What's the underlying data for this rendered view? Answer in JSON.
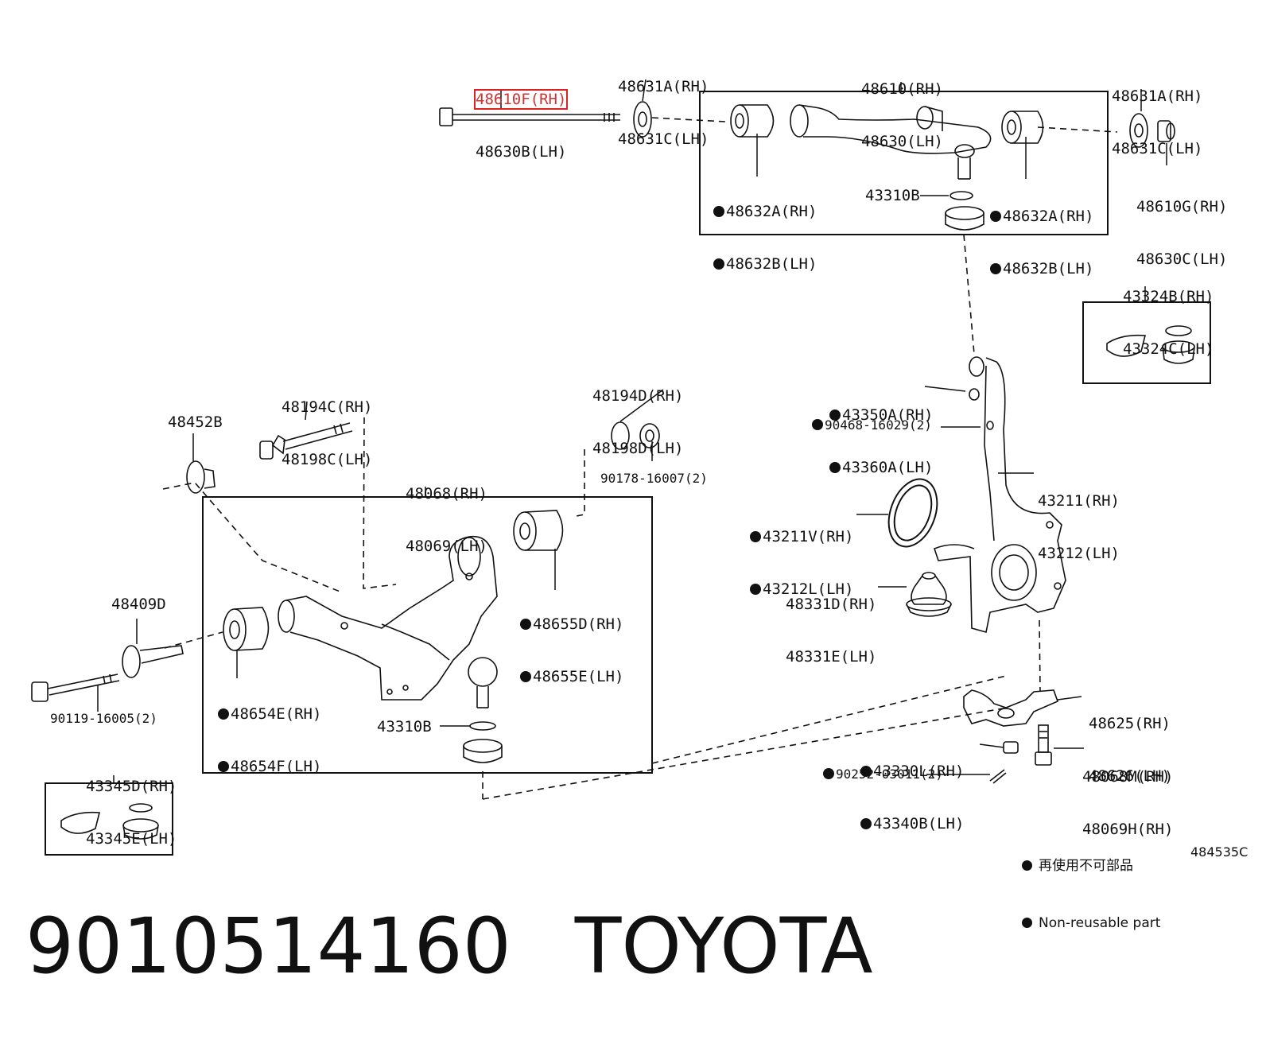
{
  "labels": {
    "upper_bolt": {
      "rh": "48610F(RH)",
      "lh": "48630B(LH)"
    },
    "washer_upper_left": {
      "rh": "48631A(RH)",
      "lh": "48631C(LH)"
    },
    "upper_arm": {
      "rh": "48610(RH)",
      "lh": "48630(LH)"
    },
    "washer_upper_right": {
      "rh": "48631A(RH)",
      "lh": "48631C(LH)"
    },
    "upper_nut": {
      "rh": "48610G(RH)",
      "lh": "48630C(LH)"
    },
    "upper_bushing_left": {
      "rh": "48632A(RH)",
      "lh": "48632B(LH)"
    },
    "upper_bushing_right": {
      "rh": "48632A(RH)",
      "lh": "48632B(LH)"
    },
    "upper_ring": "43310B",
    "upper_boot_kit": {
      "rh": "43324B(RH)",
      "lh": "43324C(LH)"
    },
    "knuckle_nut": {
      "rh": "43350A(RH)",
      "lh": "43360A(LH)"
    },
    "knuckle_bolt": "90468-16029(2)",
    "knuckle": {
      "rh": "43211(RH)",
      "lh": "43212(LH)"
    },
    "dust_seal": {
      "rh": "43211V(RH)",
      "lh": "43212L(LH)"
    },
    "bumper": {
      "rh": "48331D(RH)",
      "lh": "48331E(LH)"
    },
    "cam_bolt_left": {
      "rh": "48194C(RH)",
      "lh": "48198C(LH)"
    },
    "cam_washer_left": "48452B",
    "cam_bolt_right": {
      "rh": "48194D(RH)",
      "lh": "48198D(LH)"
    },
    "nut_right": "90178-16007(2)",
    "lower_arm": {
      "rh": "48068(RH)",
      "lh": "48069(LH)"
    },
    "lower_bushing_rear": {
      "rh": "48655D(RH)",
      "lh": "48655E(LH)"
    },
    "lower_bushing_front": {
      "rh": "48654E(RH)",
      "lh": "48654F(LH)"
    },
    "cam_plate": "48409D",
    "front_bolt": "90119-16005(2)",
    "lower_ring": "43310B",
    "lower_boot_kit": {
      "rh": "43345D(RH)",
      "lh": "43345E(LH)"
    },
    "ball_joint_bracket": {
      "rh": "48625(RH)",
      "lh": "48626(LH)"
    },
    "bracket_nut": {
      "rh": "43330L(RH)",
      "lh": "43340B(LH)"
    },
    "bracket_bolt": {
      "rh": "48068M(RH)",
      "lh": "48069H(RH)"
    },
    "cotter_pin": "90252-03011(2)"
  },
  "legend": {
    "chinese": "再使用不可部品",
    "english": "Non-reusable part"
  },
  "reference": "484535C",
  "caption": {
    "part_number": "9010514160",
    "brand": "TOYOTA"
  }
}
